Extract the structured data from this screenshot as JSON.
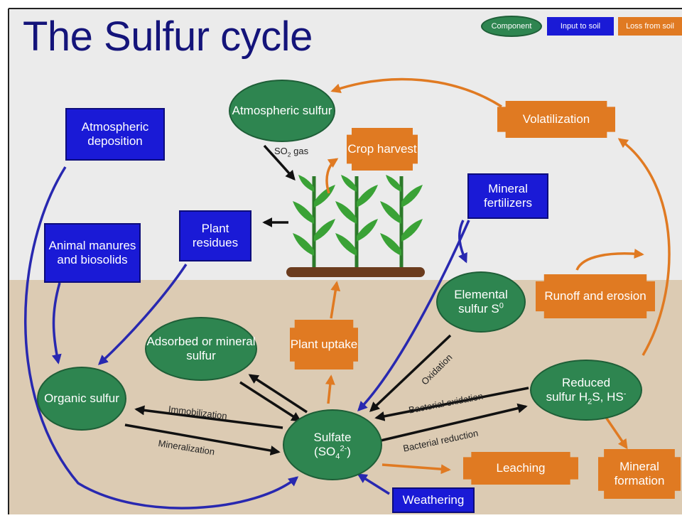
{
  "title": "The Sulfur cycle",
  "legend": {
    "component": "Component",
    "input": "Input to soil",
    "loss": "Loss from soil"
  },
  "components": {
    "atmospheric_sulfur": "Atmospheric sulfur",
    "organic_sulfur": "Organic sulfur",
    "adsorbed_sulfur": "Adsorbed or mineral sulfur",
    "sulfate": {
      "name": "Sulfate",
      "formula_a": "(SO",
      "formula_sub": "4",
      "formula_sup": "2-",
      "formula_b": ")"
    },
    "elemental_sulfur": {
      "line1": "Elemental",
      "line2": "sulfur S",
      "sup": "0"
    },
    "reduced_sulfur": {
      "line1": "Reduced",
      "line2a": "sulfur H",
      "sub": "2",
      "line2b": "S, HS",
      "sup": "-"
    }
  },
  "inputs": {
    "atmospheric_deposition": "Atmospheric deposition",
    "animal_manures": "Animal manures and biosolids",
    "plant_residues": "Plant residues",
    "mineral_fertilizers": "Mineral fertilizers",
    "weathering": "Weathering"
  },
  "losses": {
    "volatilization": "Volatilization",
    "crop_harvest": "Crop harvest",
    "plant_uptake": "Plant uptake",
    "runoff_erosion": "Runoff and erosion",
    "leaching": "Leaching",
    "mineral_formation": "Mineral formation"
  },
  "process_labels": {
    "so2_gas": {
      "a": "SO",
      "sub": "2",
      "b": " gas"
    },
    "immobilization": "Immobilization",
    "mineralization": "Mineralization",
    "oxidation": "Oxidation",
    "bacterial_oxidation": "Bacterial oxidation",
    "bacterial_reduction": "Bacterial reduction"
  },
  "colors": {
    "sky": "#ebebeb",
    "soil": "#dccbb3",
    "component_green": "#2e8550",
    "input_blue": "#1a1ad6",
    "loss_orange": "#e07a22",
    "arrow_black": "#111111",
    "plant_green": "#3aa236",
    "soil_strip": "#6b3c1e"
  }
}
